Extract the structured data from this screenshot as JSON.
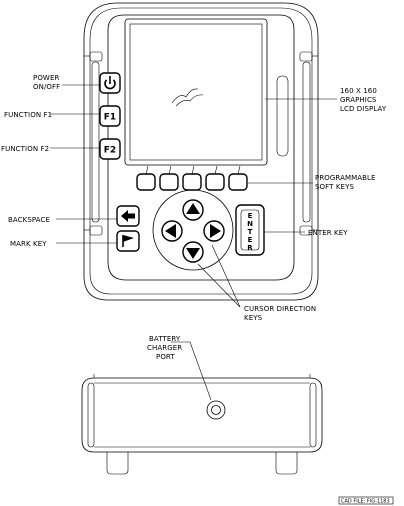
{
  "labels": {
    "power_line1": "POWER",
    "power_line2": "ON/OFF",
    "function_f1": "FUNCTION F1",
    "function_f2": "FUNCTION F2",
    "backspace": "BACKSPACE",
    "mark_key": "MARK KEY",
    "display_line1": "160 X 160",
    "display_line2": "GRAPHICS",
    "display_line3": "LCD DISPLAY",
    "softkeys_line1": "PROGRAMMABLE",
    "softkeys_line2": "SOFT KEYS",
    "enter_key": "ENTER KEY",
    "cursor_line1": "CURSOR DIRECTION",
    "cursor_line2": "KEYS",
    "battery_line1": "BATTERY",
    "battery_line2": "CHARGER",
    "battery_line3": "PORT"
  },
  "keys": {
    "f1": "F1",
    "f2": "F2",
    "enter": [
      "E",
      "N",
      "T",
      "E",
      "R"
    ]
  },
  "footer": {
    "cad_file": "CAD FILE: FIG-1183"
  },
  "icons": {
    "power": "power-icon",
    "backspace": "arrow-left-icon",
    "mark": "flag-icon",
    "logo": "bird-logo-icon"
  }
}
